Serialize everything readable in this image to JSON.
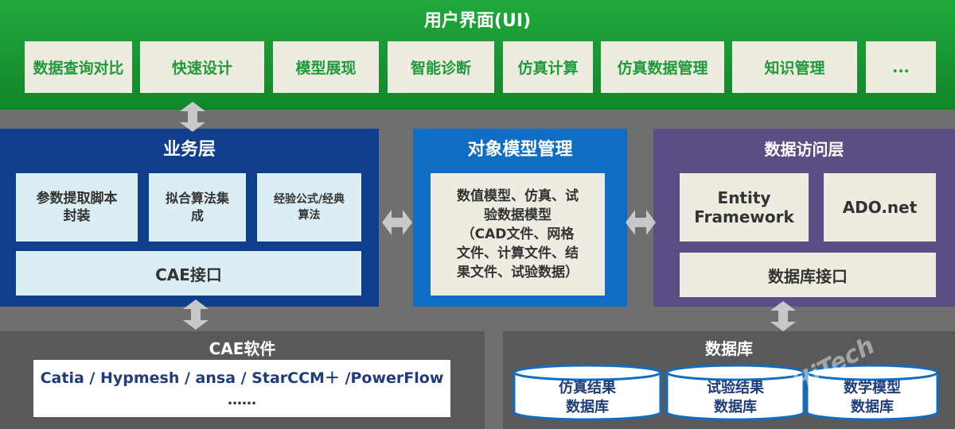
{
  "ui_layer": {
    "title": "用户界面(UI)",
    "items": [
      "数据查询对比",
      "快速设计",
      "模型展现",
      "智能诊断",
      "仿真计算",
      "仿真数据管理",
      "知识管理",
      "..."
    ]
  },
  "business_layer": {
    "title": "业务层",
    "boxes": [
      "参数提取脚本\n封装",
      "拟合算法集\n成",
      "经验公式/经典\n算法"
    ],
    "interface": "CAE接口"
  },
  "object_model": {
    "title": "对象模型管理",
    "text": "数值模型、仿真、试\n验数据模型\n（CAD文件、网格\n文件、计算文件、结\n果文件、试验数据）"
  },
  "data_access": {
    "title": "数据访问层",
    "boxes": [
      "Entity\nFramework",
      "ADO.net"
    ],
    "interface": "数据库接口"
  },
  "cae_software": {
    "title": "CAE软件",
    "list_line1": "Catia / Hypmesh / ansa /  StarCCM＋ /PowerFlow",
    "list_line2": "……"
  },
  "database": {
    "title": "数据库",
    "items": [
      "仿真结果\n数据库",
      "试验结果\n数据库",
      "数学模型\n数据库"
    ]
  },
  "watermark": "HiTech",
  "colors": {
    "ui_green": "#1a9a34",
    "business_blue": "#0f3f8c",
    "object_blue": "#0f6ec3",
    "data_access_purple": "#5c4d85",
    "bottom_gray": "#595959",
    "item_cream": "#eeece1",
    "item_light_blue": "#daeef3"
  }
}
